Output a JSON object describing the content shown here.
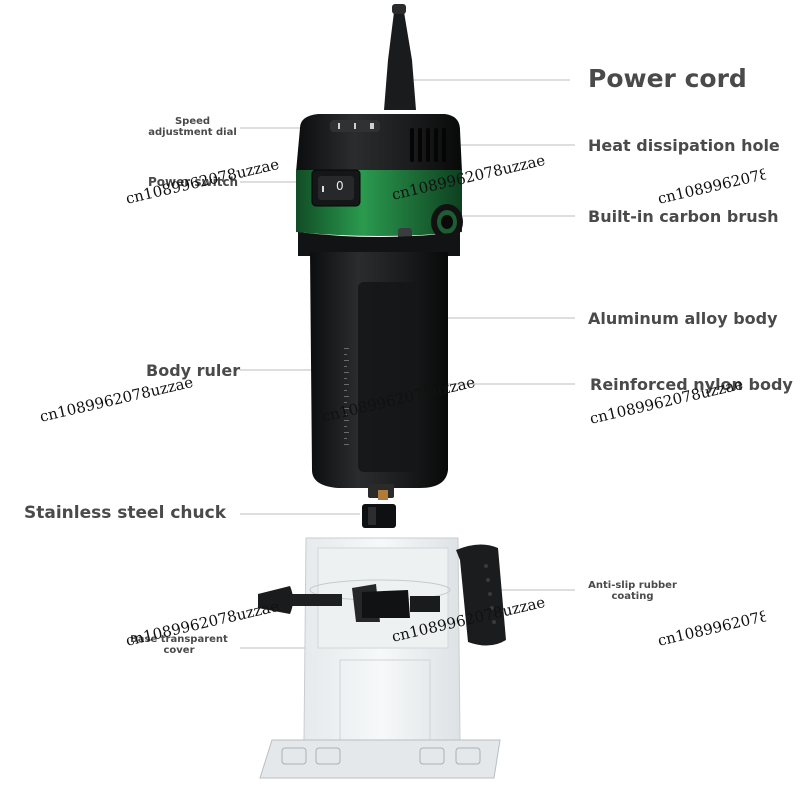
{
  "labels": {
    "power_cord": "Power cord",
    "speed_dial": "Speed\nadjustment dial",
    "heat_hole": "Heat dissipation hole",
    "power_switch": "Power switch",
    "carbon_brush": "Built-in carbon brush",
    "aluminum_body": "Aluminum alloy body",
    "body_ruler": "Body ruler",
    "nylon_body": "Reinforced nylon body",
    "chuck": "Stainless steel chuck",
    "anti_slip": "Anti-slip rubber\ncoating",
    "base_cover": "Base transparent\ncover"
  },
  "watermark": "cn1089962078uzzae",
  "switch_symbol": "0",
  "colors": {
    "body": "#1c1e1f",
    "accent": "#1f7a3c",
    "label": "#4a4a4a",
    "leader": "#bdbdbd"
  }
}
